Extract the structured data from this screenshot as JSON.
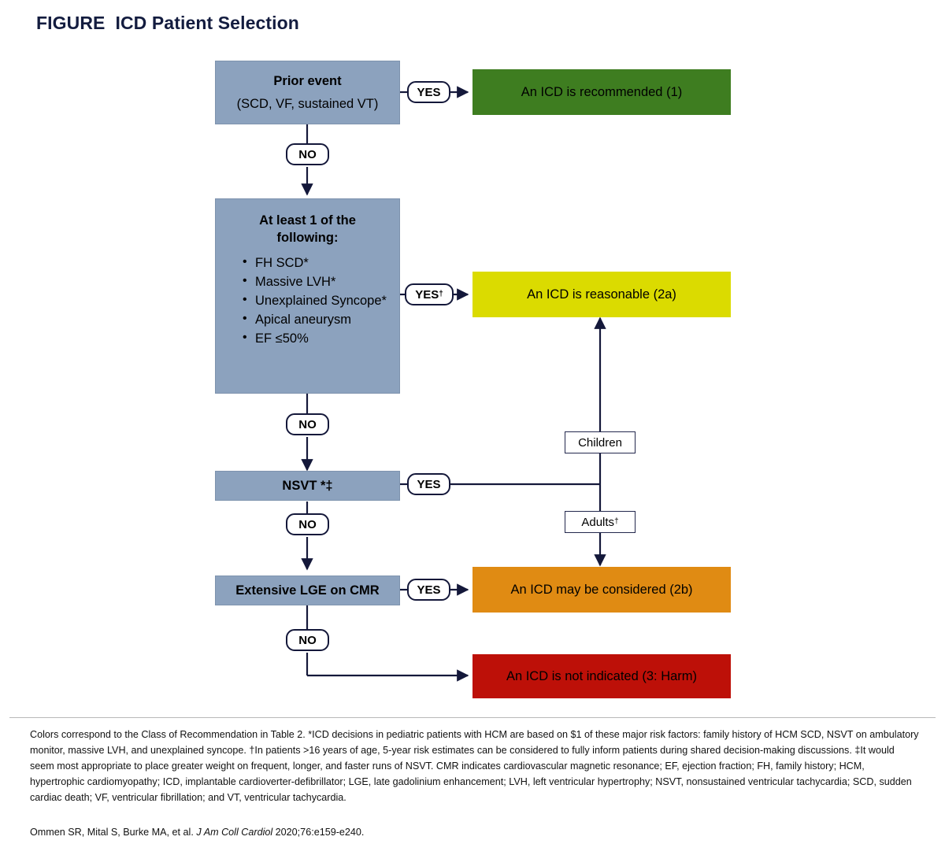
{
  "title": "FIGURE  ICD Patient Selection",
  "colors": {
    "decision": "#8ca2be",
    "class1_green": "#3e7d20",
    "class2a_yellow": "#dbdb00",
    "class2b_orange": "#e08b13",
    "class3_red": "#bd1008",
    "title_navy": "#131c3f",
    "line": "#14183a"
  },
  "flow": {
    "node_prior_event": {
      "title": "Prior event",
      "subtitle": "(SCD, VF, sustained VT)"
    },
    "node_criteria": {
      "title_line1": "At least 1 of the",
      "title_line2": "following:",
      "bullets": [
        "FH SCD*",
        "Massive LVH*",
        "Unexplained Syncope*",
        "Apical aneurysm",
        "EF ≤50%"
      ]
    },
    "node_nsvt": {
      "title": "NSVT *‡"
    },
    "node_lge": {
      "title": "Extensive LGE on CMR"
    },
    "outcome_class1": {
      "label": "An ICD is recommended (1)"
    },
    "outcome_class2a": {
      "label": "An ICD is reasonable (2a)"
    },
    "outcome_class2b": {
      "label": "An ICD may be considered (2b)"
    },
    "outcome_class3": {
      "label": "An ICD is not indicated (3: Harm)"
    },
    "labels": {
      "yes_prior": "YES",
      "no_prior": "NO",
      "yes_criteria": "YES",
      "yes_criteria_sup": "†",
      "no_criteria": "NO",
      "yes_nsvt": "YES",
      "no_nsvt": "NO",
      "yes_lge": "YES",
      "no_lge": "NO",
      "children": "Children",
      "adults": "Adults",
      "adults_sup": "†"
    }
  },
  "footer": {
    "caption": "Colors correspond to the Class of Recommendation in Table 2. *ICD decisions in pediatric patients with HCM are based on $1 of these major risk factors: family history of HCM SCD, NSVT on ambulatory monitor, massive LVH, and unexplained syncope. †In patients >16 years of age, 5-year risk estimates can be considered to fully inform patients during shared decision-making discussions. ‡It would seem most appropriate to place greater weight on frequent, longer, and faster runs of NSVT. CMR indicates cardiovascular magnetic resonance; EF, ejection fraction; FH, family history; HCM, hypertrophic cardiomyopathy; ICD, implantable cardioverter-defibrillator; LGE, late gadolinium enhancement; LVH, left ventricular hypertrophy; NSVT, nonsustained ventricular tachycardia; SCD, sudden cardiac death; VF, ventricular fibrillation; and VT, ventricular tachycardia.",
    "citation_authors": "Ommen SR, Mital S, Burke MA, et al. ",
    "citation_journal": "J Am Coll Cardiol",
    "citation_details": " 2020;76:e159-e240."
  }
}
